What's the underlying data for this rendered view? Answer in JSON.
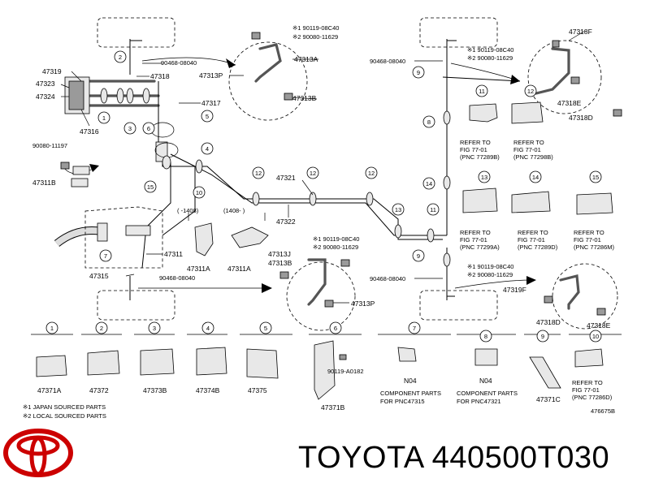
{
  "brand": {
    "text": "TOYOTA 440500T030",
    "logo_name": "toyota-logo",
    "logo_color": "#cc0000"
  },
  "diagram": {
    "id": "476675B",
    "notes": [
      "※1 JAPAN SOURCED PARTS",
      "※2 LOCAL SOURCED PARTS"
    ],
    "labels": {
      "p47319": "47319",
      "p47323": "47323",
      "p47324": "47324",
      "p47316": "47316",
      "p47318": "47318",
      "p47317": "47317",
      "p90468a": "90468-08040",
      "p90080": "90080-11197",
      "p47311B": "47311B",
      "p47321": "47321",
      "p47322": "47322",
      "p47311": "47311",
      "p47315": "47315",
      "p90468b": "90468-08040",
      "p47311Aa": "47311A",
      "p47311Ab": "47311A",
      "r1408a": "( -1408)",
      "r1408b": "(1408- )",
      "p47313A": "47313A",
      "p47313P": "47313P",
      "p47313B": "47313B",
      "p1a": "※1 90119-08C40",
      "p2a": "※2 90080-11629",
      "p1b": "※1 90119-08C40",
      "p2b": "※2 90080-11629",
      "p47313J": "47313J",
      "p47313Bb": "47313B",
      "p47313Pb": "47313P",
      "p90468c": "90468-08040",
      "p90468d": "90468-08040",
      "p1c": "※1 90119-08C40",
      "p2c": "※2 90080-11629",
      "p47318F": "47318F",
      "p47318E": "47318E",
      "p47318D": "47318D",
      "p1d": "※1 90119-08C40",
      "p2d": "※2 90080-11629",
      "p47319F": "47319F",
      "p47318Db": "47318D",
      "p47318Eb": "47318E",
      "ref11": [
        "REFER TO",
        "FIG 77-01",
        "(PNC 77289B)"
      ],
      "ref12": [
        "REFER TO",
        "FIG 77-01",
        "(PNC 77298B)"
      ],
      "ref13": [
        "REFER TO",
        "FIG 77-01",
        "(PNC 77299A)"
      ],
      "ref14": [
        "REFER TO",
        "FIG 77-01",
        "(PNC 77289D)"
      ],
      "ref15": [
        "REFER TO",
        "FIG 77-01",
        "(PNC 77286M)"
      ],
      "ref10": [
        "REFER TO",
        "FIG 77-01",
        "(PNC 77286D)"
      ]
    },
    "legend_items": [
      {
        "num": "1",
        "part": "47371A"
      },
      {
        "num": "2",
        "part": "47372"
      },
      {
        "num": "3",
        "part": "47373B"
      },
      {
        "num": "4",
        "part": "47374B"
      },
      {
        "num": "5",
        "part": "47375"
      },
      {
        "num": "6",
        "part": "47371B",
        "extra": "90119-A0182"
      },
      {
        "num": "7",
        "part": "N04",
        "note": [
          "COMPONENT PARTS",
          "FOR PNC47315"
        ]
      },
      {
        "num": "8",
        "part": "N04",
        "note": [
          "COMPONENT PARTS",
          "FOR PNC47321"
        ]
      },
      {
        "num": "9",
        "part": "47371C"
      },
      {
        "num": "10",
        "part": "",
        "note": [
          "REFER TO",
          "FIG 77-01",
          "(PNC 77286D)"
        ]
      }
    ]
  }
}
